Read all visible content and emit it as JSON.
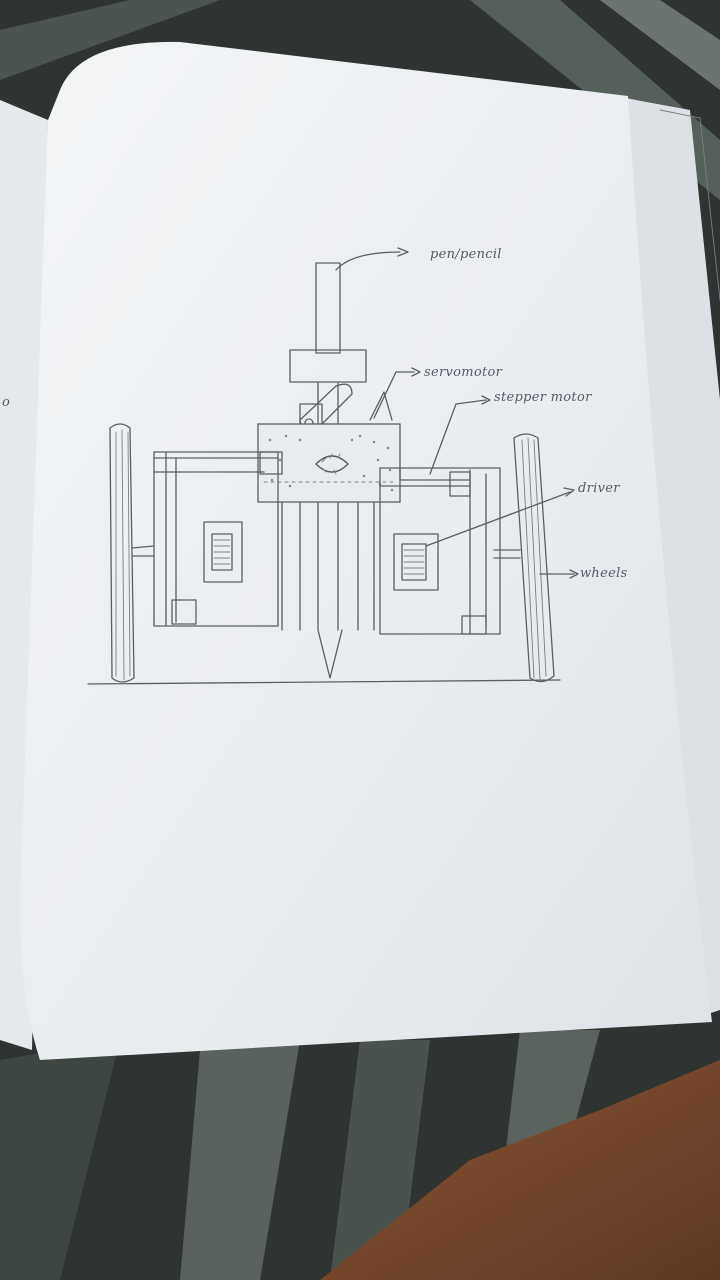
{
  "labels": {
    "pen": "pen/pencil",
    "servo": "servomotor",
    "stepper": "stepper motor",
    "driver": "driver",
    "wheels": "wheels"
  },
  "margin_mark": "o",
  "colors": {
    "fabric_dark": "#2f3433",
    "fabric_stripe": "#5b6560",
    "page": "#eceff2",
    "pencil": "#5a5f66",
    "skin": "#7a4a2c"
  }
}
